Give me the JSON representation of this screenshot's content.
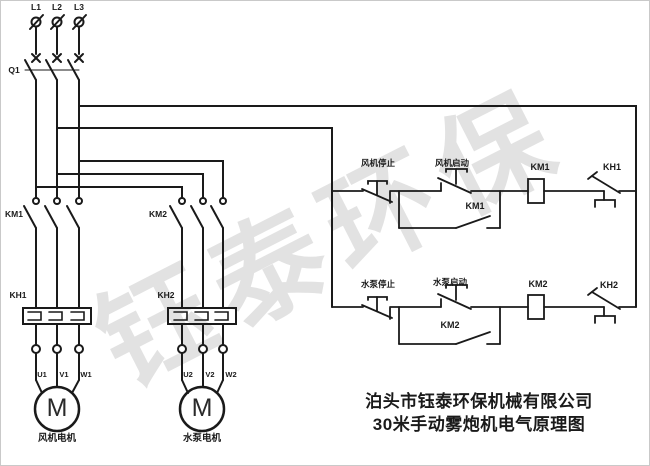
{
  "labels": {
    "l1": "L1",
    "l2": "L2",
    "l3": "L3",
    "q1": "Q1",
    "km1": "KM1",
    "km2": "KM2",
    "kh1": "KH1",
    "kh2": "KH2",
    "u1": "U1",
    "v1": "V1",
    "w1": "W1",
    "u2": "U2",
    "v2": "V2",
    "w2": "W2",
    "motor_symbol": "M",
    "motor1_caption": "风机电机",
    "motor2_caption": "水泵电机"
  },
  "control": {
    "row1": {
      "stop": "风机停止",
      "start": "风机启动",
      "aux": "KM1",
      "coil": "KM1",
      "overload": "KH1"
    },
    "row2": {
      "stop": "水泵停止",
      "start": "水泵启动",
      "aux": "KM2",
      "coil": "KM2",
      "overload": "KH2"
    }
  },
  "footer": {
    "company": "泊头市钰泰环保机械有限公司",
    "drawing_title": "30米手动雾炮机电气原理图"
  },
  "watermark": "钰泰环保",
  "colors": {
    "line": "#1a1a1a",
    "watermark": "#cbcbcb",
    "background": "#ffffff"
  }
}
